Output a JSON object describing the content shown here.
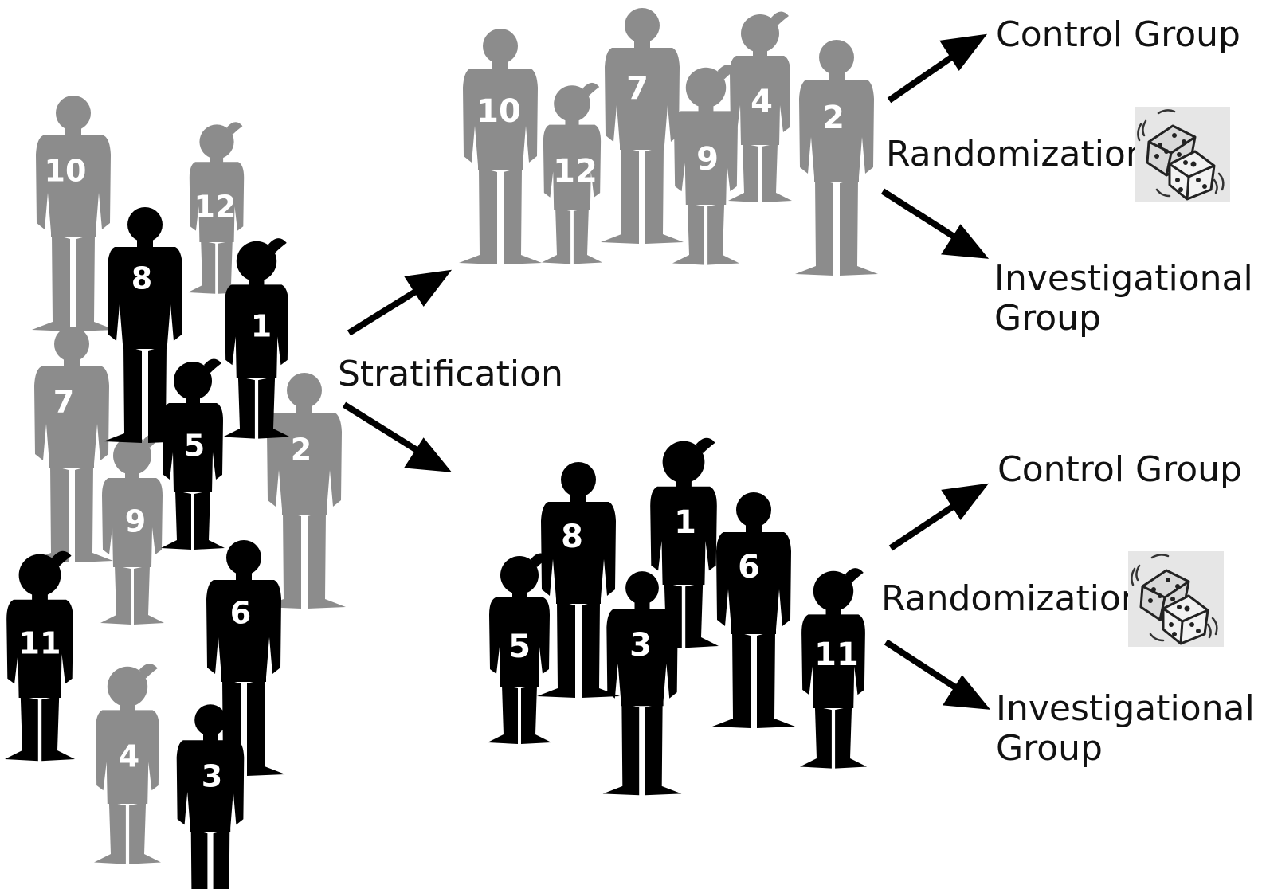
{
  "colors": {
    "gray_figure": "#8c8c8c",
    "black_figure": "#000000",
    "arrow": "#000000",
    "text": "#111111",
    "dice_bg": "#e6e6e6"
  },
  "labels": {
    "stratification": "Stratification",
    "top": {
      "control": "Control Group",
      "randomization": "Randomization",
      "investigational_line1": "Investigational",
      "investigational_line2": "Group"
    },
    "bottom": {
      "control": "Control Group",
      "randomization": "Randomization",
      "investigational_line1": "Investigational",
      "investigational_line2": "Group"
    }
  },
  "icons": {
    "dice": "dice-icon",
    "person": "person-silhouette-icon",
    "arrow": "arrow-icon"
  },
  "pool": {
    "gray_numbers": [
      "10",
      "12",
      "7",
      "2",
      "9",
      "4"
    ],
    "black_numbers": [
      "8",
      "1",
      "5",
      "11",
      "6",
      "3"
    ]
  },
  "top_group": {
    "numbers": [
      "10",
      "12",
      "7",
      "9",
      "4",
      "2"
    ]
  },
  "bottom_group": {
    "numbers": [
      "5",
      "8",
      "3",
      "1",
      "6",
      "11"
    ]
  }
}
